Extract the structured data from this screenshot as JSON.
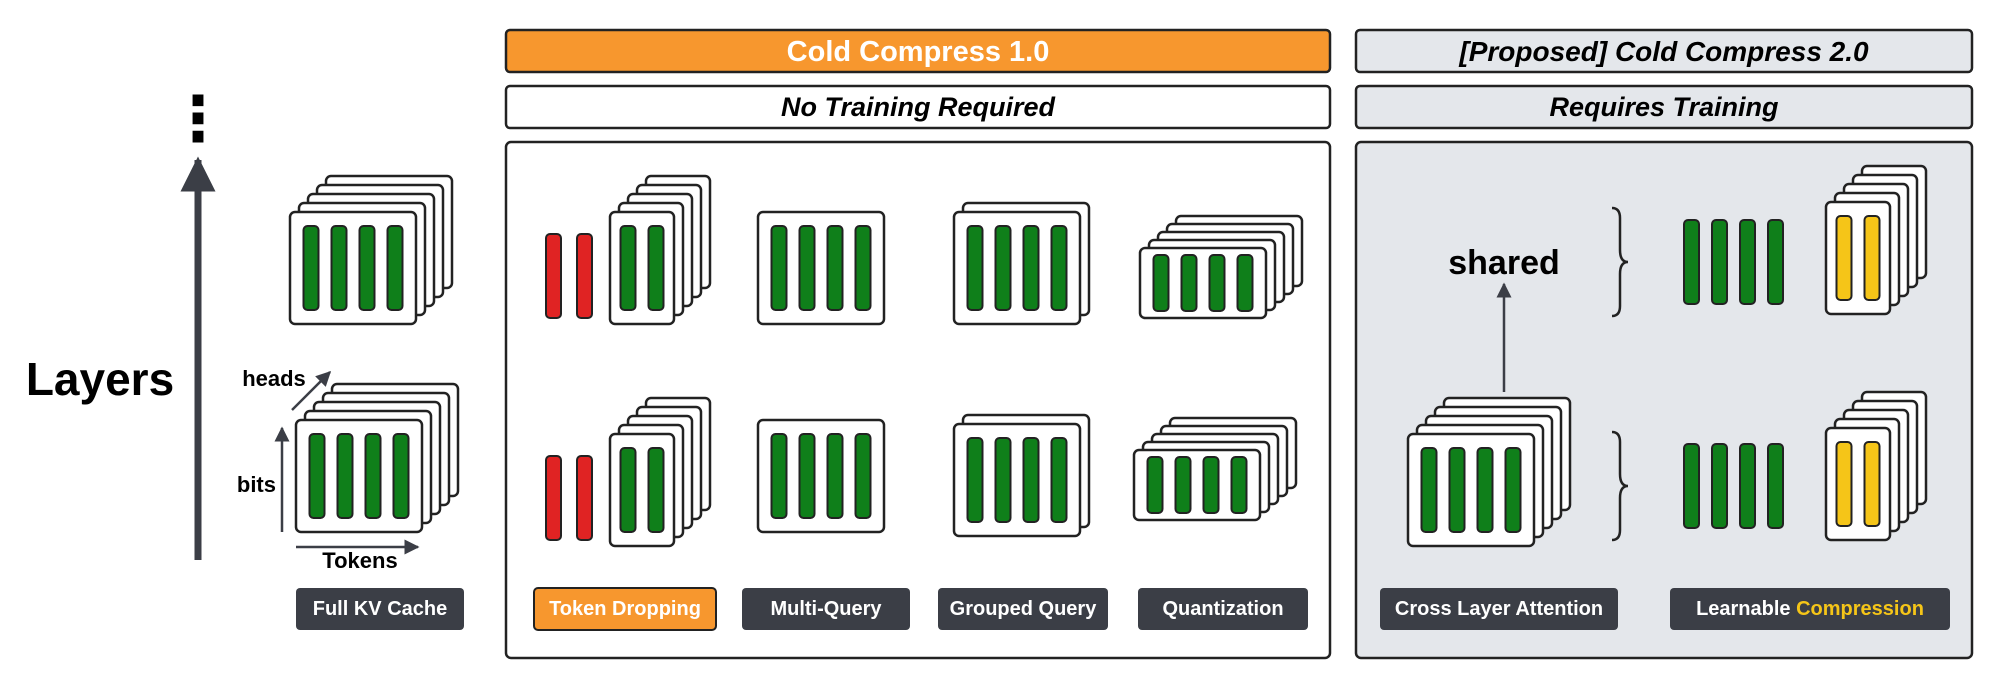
{
  "colors": {
    "orange": "#F7972E",
    "green": "#0F7F1A",
    "red": "#E02323",
    "yellow": "#F5C518",
    "dark": "#3B3E46",
    "panel_gray": "#E4E7EB",
    "outline": "#222222"
  },
  "axis": {
    "layers_label": "Layers",
    "ellipsis": "⋮",
    "heads_label": "heads",
    "bits_label": "bits",
    "tokens_label": "Tokens"
  },
  "headers": {
    "cc1_title": "Cold Compress 1.0",
    "cc1_sub": "No Training Required",
    "cc2_title": "[Proposed] Cold Compress 2.0",
    "cc2_sub": "Requires Training"
  },
  "labels": {
    "full_kv": "Full KV Cache",
    "token_dropping": "Token Dropping",
    "multi_query": "Multi-Query",
    "grouped_query": "Grouped Query",
    "quantization": "Quantization",
    "cross_layer": "Cross Layer Attention",
    "learnable_prefix": "Learnable ",
    "learnable_highlight": "Compression",
    "shared": "shared"
  }
}
